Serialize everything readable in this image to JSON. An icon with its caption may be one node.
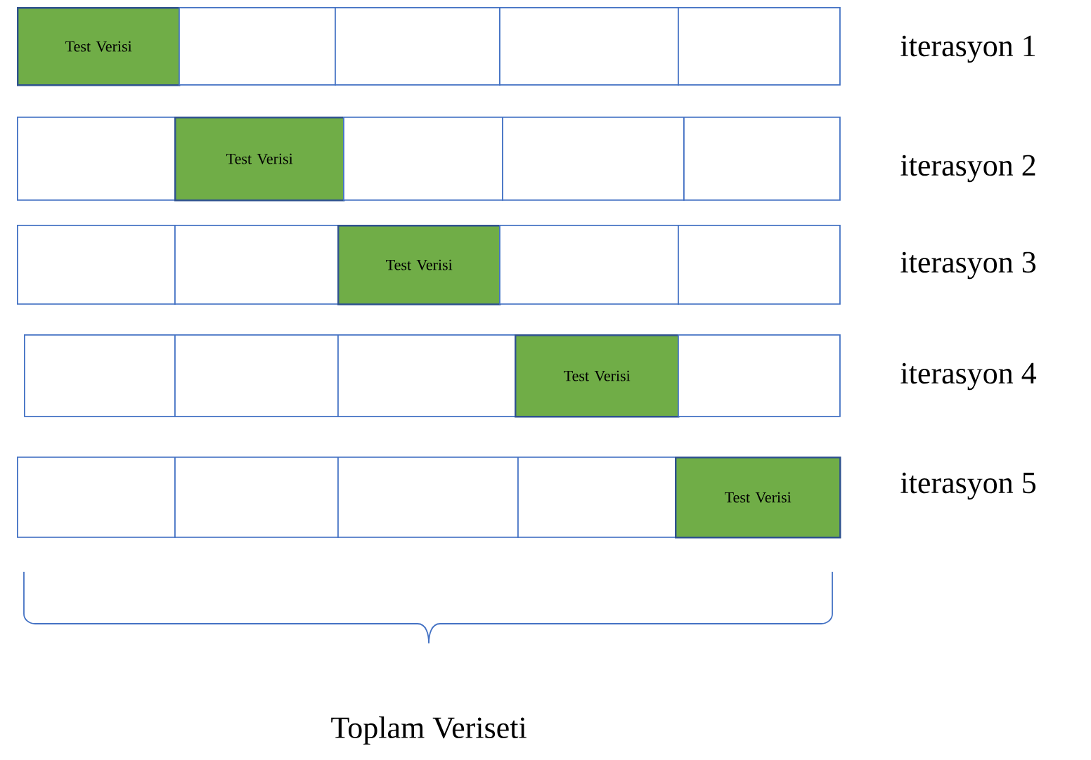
{
  "diagram": {
    "nodes": [
      {
        "text": [
          "Test Verisi"
        ]
      },
      {
        "text": [],
        "shape": "box"
      },
      {
        "text": [],
        "shape": "box"
      },
      {
        "text": [],
        "shape": "box"
      },
      {
        "text": [],
        "shape": "box"
      },
      {
        "text": [],
        "shape": "box"
      },
      {
        "text": [
          "Test Verisi"
        ]
      },
      {
        "text": [],
        "shape": "box"
      },
      {
        "text": [],
        "shape": "box"
      },
      {
        "text": [],
        "shape": "box"
      },
      {
        "text": [],
        "shape": "box"
      },
      {
        "text": [],
        "shape": "box"
      },
      {
        "text": [
          "Test Verisi"
        ]
      },
      {
        "text": [],
        "shape": "box"
      },
      {
        "text": [],
        "shape": "box"
      },
      {
        "text": [],
        "shape": "box"
      },
      {
        "text": [],
        "shape": "box"
      },
      {
        "text": [],
        "shape": "box"
      },
      {
        "text": [
          "Test Verisi"
        ]
      },
      {
        "text": [],
        "shape": "box"
      },
      {
        "text": [],
        "shape": "box"
      },
      {
        "text": [],
        "shape": "box"
      },
      {
        "text": [],
        "shape": "box"
      },
      {
        "text": [],
        "shape": "box"
      },
      {
        "text": [
          "Test Verisi"
        ]
      }
    ],
    "labels": [
      "iterasyon 1",
      "iterasyon 2",
      "iterasyon 3",
      "iterasyon 4",
      "iterasyon 5",
      "Toplam Veriseti"
    ]
  }
}
